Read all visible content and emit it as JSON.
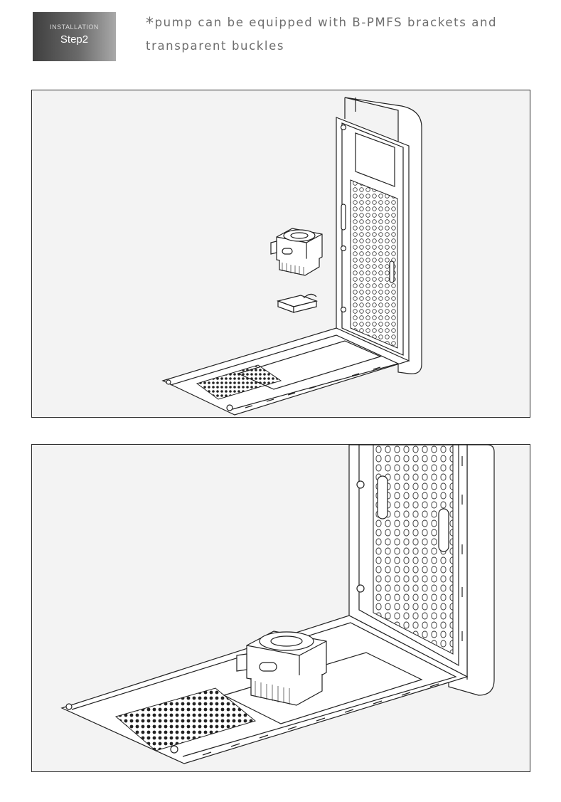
{
  "header": {
    "badge_small": "INSTALLATION",
    "badge_main": "Step2",
    "note_star": "*",
    "note_text": "pump can be equipped with B-PMFS brackets and transparent buckles"
  },
  "colors": {
    "panel_bg": "#f3f3f3",
    "panel_border": "#2b2b2b",
    "note": "#6e6e6e"
  },
  "figures": [
    {
      "id": "step2-figure-1",
      "icons": [
        "pump-icon",
        "thermal-pad-icon",
        "chassis-icon"
      ]
    },
    {
      "id": "step2-figure-2",
      "icons": [
        "pump-icon",
        "chassis-icon"
      ]
    }
  ]
}
